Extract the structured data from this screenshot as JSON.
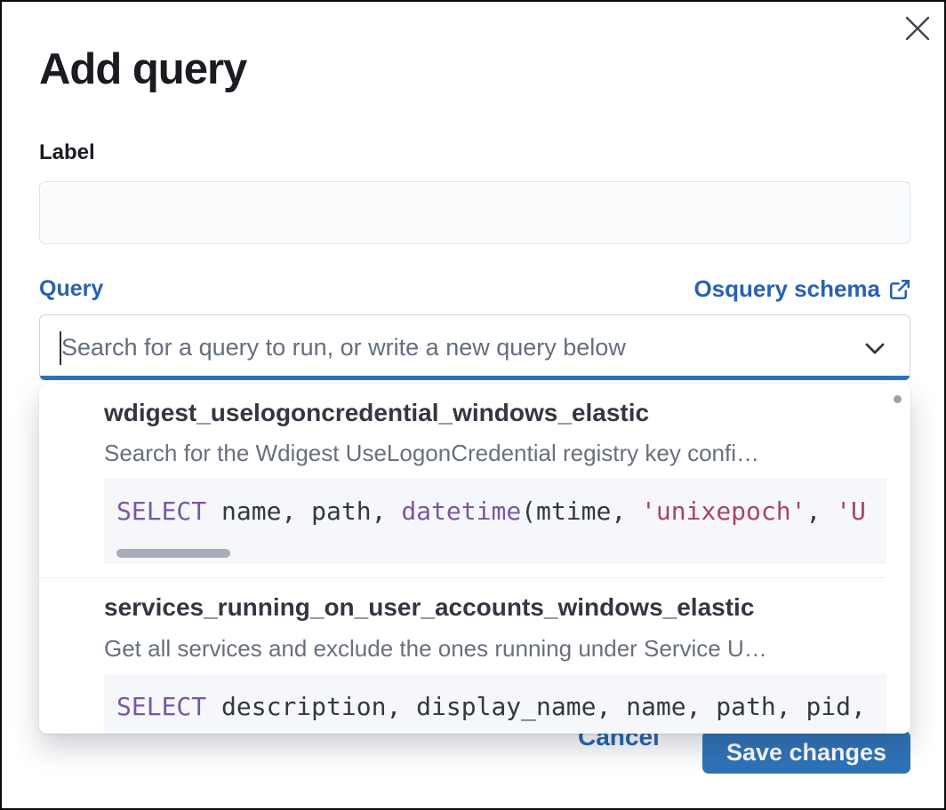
{
  "modal": {
    "title": "Add query"
  },
  "form": {
    "label_field": {
      "label": "Label",
      "value": ""
    },
    "query_field": {
      "label": "Query",
      "schema_link_label": "Osquery schema",
      "search_placeholder": "Search for a query to run, or write a new query below"
    }
  },
  "dropdown": {
    "items": [
      {
        "title": "wdigest_uselogoncredential_windows_elastic",
        "description": "Search for the Wdigest UseLogonCredential registry key confi…",
        "code_tokens": [
          {
            "type": "keyword",
            "text": "SELECT"
          },
          {
            "type": "plain",
            "text": " name, path, "
          },
          {
            "type": "keyword",
            "text": "datetime"
          },
          {
            "type": "plain",
            "text": "(mtime, "
          },
          {
            "type": "string",
            "text": "'unixepoch'"
          },
          {
            "type": "plain",
            "text": ", "
          },
          {
            "type": "string",
            "text": "'U"
          }
        ]
      },
      {
        "title": "services_running_on_user_accounts_windows_elastic",
        "description": "Get all services and exclude the ones running under Service U…",
        "code_tokens": [
          {
            "type": "keyword",
            "text": "SELECT"
          },
          {
            "type": "plain",
            "text": " description, display_name, name, path, pid,"
          }
        ]
      }
    ]
  },
  "footer": {
    "cancel_label": "Cancel",
    "save_label": "Save changes"
  },
  "colors": {
    "link_blue": "#2862b0",
    "button_blue": "#2e73b8",
    "focus_underline_blue": "#2e73b8",
    "code_keyword_purple": "#7a56a3",
    "code_string_rose": "#a94368",
    "code_text": "#343741",
    "code_background": "#f5f7fa",
    "description_gray": "#69707d",
    "placeholder_gray": "#646e7e"
  }
}
